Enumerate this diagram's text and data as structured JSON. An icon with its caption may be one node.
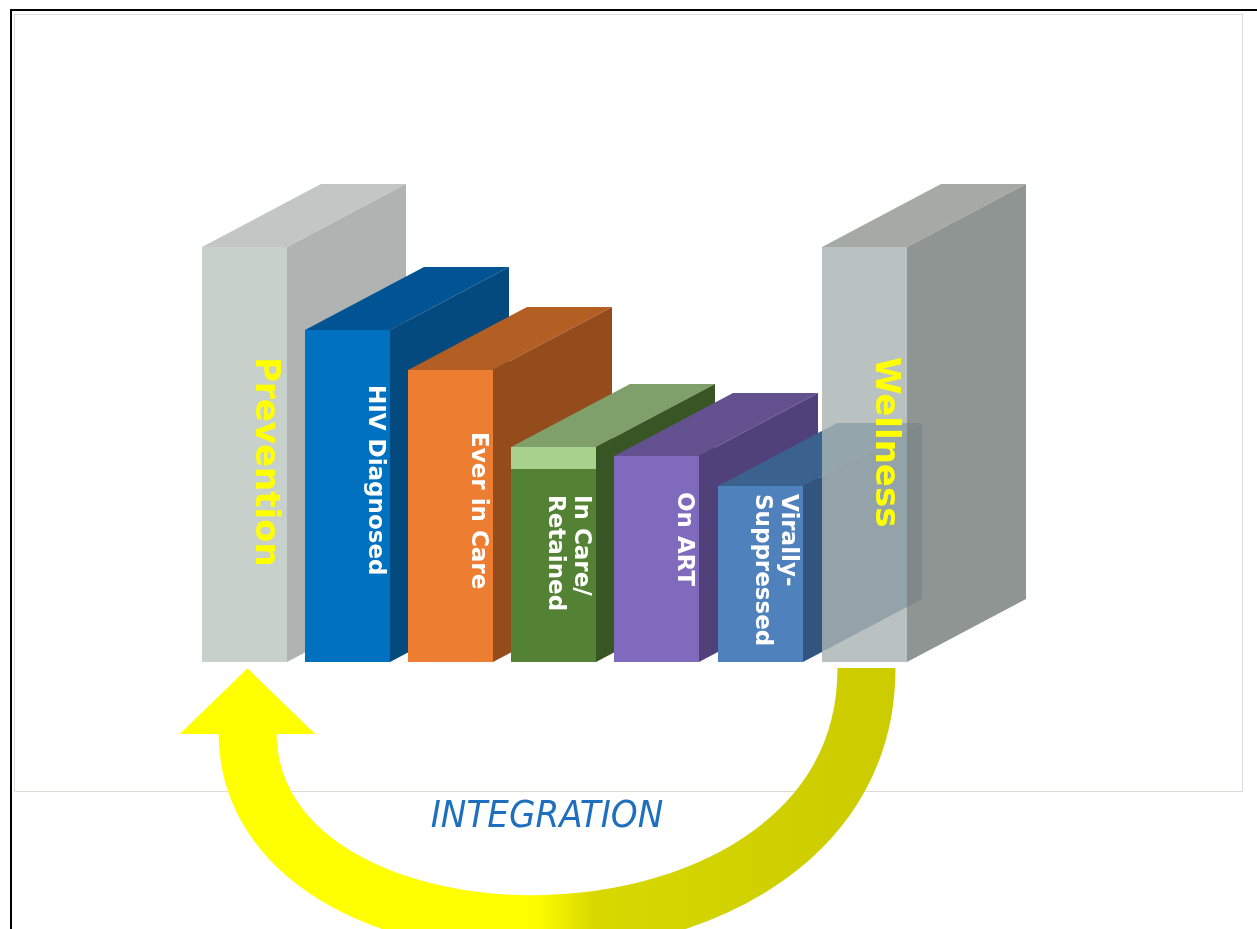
{
  "diagram": {
    "nodes": [
      {
        "text": [
          "Prevention"
        ]
      },
      {
        "text": [
          "HIV Diagnosed"
        ]
      },
      {
        "text": [
          "Ever in Care"
        ]
      },
      {
        "text": [
          "In Care/ Retained"
        ]
      },
      {
        "text": [
          "On ART"
        ]
      },
      {
        "text": [
          "Virally- Suppressed"
        ]
      },
      {
        "text": [
          "Wellness"
        ]
      }
    ],
    "edges": [
      {
        "from": 6,
        "to": 0,
        "arrow": "to",
        "label": "INTEGRATION"
      }
    ]
  }
}
